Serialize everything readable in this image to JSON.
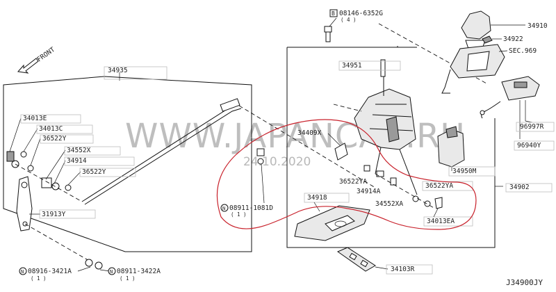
{
  "diagram_code": "J34900JY",
  "front_label": "FRONT",
  "watermark": {
    "site": "WWW.JAPANCAR.RU",
    "date": "24.10.2020"
  },
  "labels": {
    "p34935": "34935",
    "p34013E": "34013E",
    "p34013C": "34013C",
    "p36522Y_a": "36522Y",
    "p34552X": "34552X",
    "p34914": "34914",
    "p36522Y_b": "36522Y",
    "p31913Y": "31913Y",
    "p08916": "08916-3421A",
    "p08916_qty": "( 1 )",
    "p08911_3422A": "08911-3422A",
    "p08911_3422A_qty": "( 1 )",
    "p08911_1081D": "08911-1081D",
    "p08911_1081D_qty": "( 1 )",
    "p08146": "08146-6352G",
    "p08146_qty": "( 4 )",
    "p34951": "34951",
    "p34409X": "34409X",
    "p36522YA_a": "36522YA",
    "p34914A": "34914A",
    "p34552XA": "34552XA",
    "p36522YA_b": "36522YA",
    "p34013EA": "34013EA",
    "p34918": "34918",
    "p34103R": "34103R",
    "p34950M": "34950M",
    "p34902": "34902",
    "p34910": "34910",
    "p34922": "34922",
    "sec969": "SEC.969",
    "p96997R": "96997R",
    "p96940Y": "96940Y",
    "marker_b": "B",
    "marker_n": "N"
  }
}
